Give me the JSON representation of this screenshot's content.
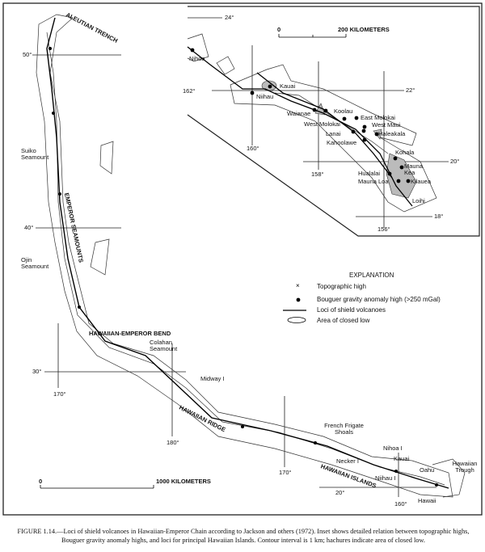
{
  "main_map": {
    "labels": {
      "aleutian_trench": "ALEUTIAN TRENCH",
      "emperor_seamounts": "EMPEROR SEAMOUNTS",
      "suiko": "Suiko Seamount",
      "ojin": "Ojin Seamount",
      "bend": "HAWAIIAN-EMPEROR BEND",
      "colahan": "Colahan Seamount",
      "midway": "Midway I",
      "hawaiian_ridge": "HAWAIIAN RIDGE",
      "french_frigate": "French Frigate Shoals",
      "nihoa": "Nihoa I",
      "necker": "Necker I",
      "kauai": "Kauai",
      "niihau": "Niihau I",
      "oahu": "Oahu",
      "hawaii": "Hawaii",
      "hawaiian_trough": "Hawaiian Trough",
      "hawaiian_islands": "HAWAIIAN ISLANDS"
    },
    "graticule": {
      "lat50": "50°",
      "lat40": "40°",
      "lat30": "30°",
      "lat20": "20°",
      "lon170w": "170°",
      "lon180": "180°",
      "lon170e": "170°",
      "lon160": "160°"
    },
    "scale": {
      "zero": "0",
      "end": "1000 KILOMETERS"
    }
  },
  "inset": {
    "labels": [
      "Nihoa",
      "Kauai",
      "Niihau",
      "Waianae",
      "Koolau",
      "East Molokai",
      "West Molokai",
      "West Maui",
      "Lanai",
      "Haleakala",
      "Kahoolawe",
      "Kohala",
      "Mauna Kea",
      "Hualalai",
      "Mauna Loa",
      "Kilauea",
      "Loihi"
    ],
    "graticule": {
      "lat24": "24°",
      "lat22": "22°",
      "lat20": "20°",
      "lat18": "18°",
      "lon162": "162°",
      "lon160": "160°",
      "lon158": "158°",
      "lon156": "156°"
    },
    "scale": {
      "zero": "0",
      "end": "200 KILOMETERS"
    }
  },
  "explanation": {
    "title": "EXPLANATION",
    "items": [
      "Topographic high",
      "Bouguer gravity anomaly high (>250 mGal)",
      "Loci of shield volcanoes",
      "Area of closed low"
    ]
  },
  "caption": {
    "lead": "FIGURE 1.14.",
    "text": "—Loci of shield volcanoes in Hawaiian-Emperor Chain according to Jackson and others (1972). Inset shows detailed relation between topographic highs, Bouguer gravity anomaly highs, and loci for principal Hawaiian Islands. Contour interval is 1 km; hachures indicate area of closed low."
  }
}
